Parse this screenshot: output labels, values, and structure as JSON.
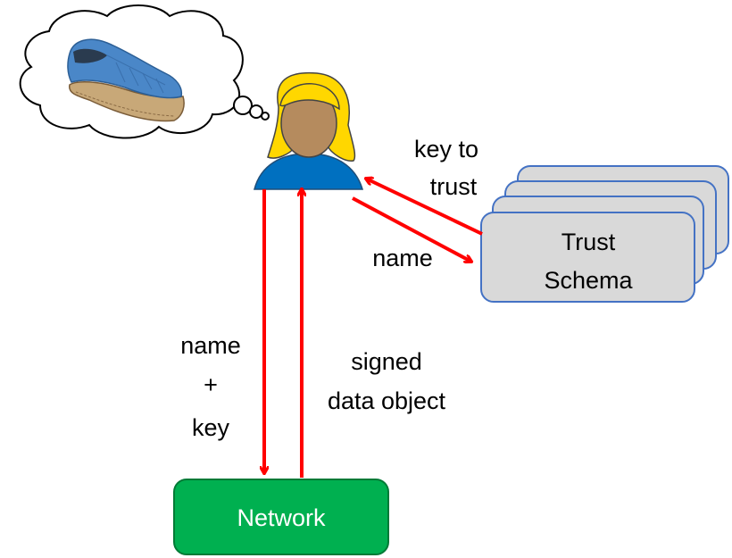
{
  "diagram": {
    "thought_bubble": {
      "contents": "shoe-image"
    },
    "user": {
      "icon": "user-icon"
    },
    "trust_schema": {
      "line1": "Trust",
      "line2": "Schema",
      "stack_count": 4
    },
    "network": {
      "label": "Network"
    },
    "edge_labels": {
      "key_to": "key to",
      "trust": "trust",
      "name_schema": "name",
      "name_net": "name",
      "plus": "+",
      "key": "key",
      "signed": "signed",
      "data_object": "data object"
    },
    "colors": {
      "arrow": "#ff0000",
      "network_fill": "#00b050",
      "network_text": "#ffffff",
      "schema_fill": "#d9d9d9",
      "schema_stroke": "#4472c4",
      "user_body": "#0070c0",
      "user_face": "#b58b5e",
      "user_hair": "#ffd700"
    }
  }
}
